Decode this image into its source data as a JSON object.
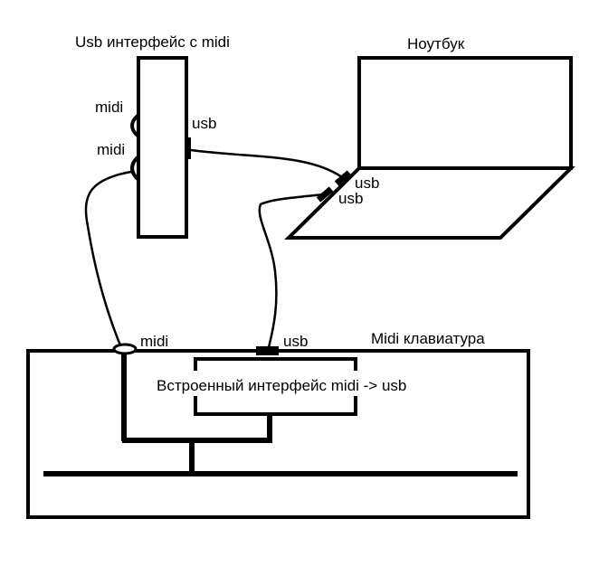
{
  "labels": {
    "usb_interface": "Usb интерфейс с midi",
    "laptop": "Ноутбук",
    "interface_midi_1": "midi",
    "interface_midi_2": "midi",
    "interface_usb": "usb",
    "laptop_usb_1": "usb",
    "laptop_usb_2": "usb",
    "keyboard_midi": "midi",
    "keyboard_usb": "usb",
    "keyboard": "Midi клавиатура",
    "builtin_interface": "Встроенный интерфейс midi -> usb"
  }
}
